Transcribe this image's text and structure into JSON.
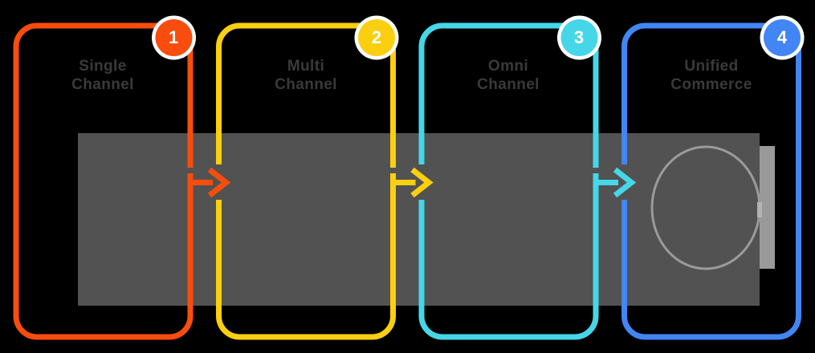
{
  "diagram": {
    "type": "process-stages",
    "stages": [
      {
        "number": "1",
        "name_line1": "Single",
        "name_line2": "Channel",
        "color": "#F84D0C"
      },
      {
        "number": "2",
        "name_line1": "Multi",
        "name_line2": "Channel",
        "color": "#F9CF10"
      },
      {
        "number": "3",
        "name_line1": "Omni",
        "name_line2": "Channel",
        "color": "#45D7E8"
      },
      {
        "number": "4",
        "name_line1": "Unified",
        "name_line2": "Commerce",
        "color": "#4285F4"
      }
    ],
    "arrows": [
      {
        "from": "Single Channel",
        "to": "Multi Channel"
      },
      {
        "from": "Multi Channel",
        "to": "Omni Channel"
      },
      {
        "from": "Omni Channel",
        "to": "Unified Commerce"
      }
    ],
    "colors": {
      "background": "#000000",
      "band": "#525252",
      "label_text": "#3A3A3A",
      "badge_ring": "#FFFFFF",
      "badge_number_text": "#FFFFFF",
      "graphic_outline": "#9B9B9B",
      "graphic_bar": "#999999",
      "graphic_notch": "#B3B3B3"
    }
  }
}
